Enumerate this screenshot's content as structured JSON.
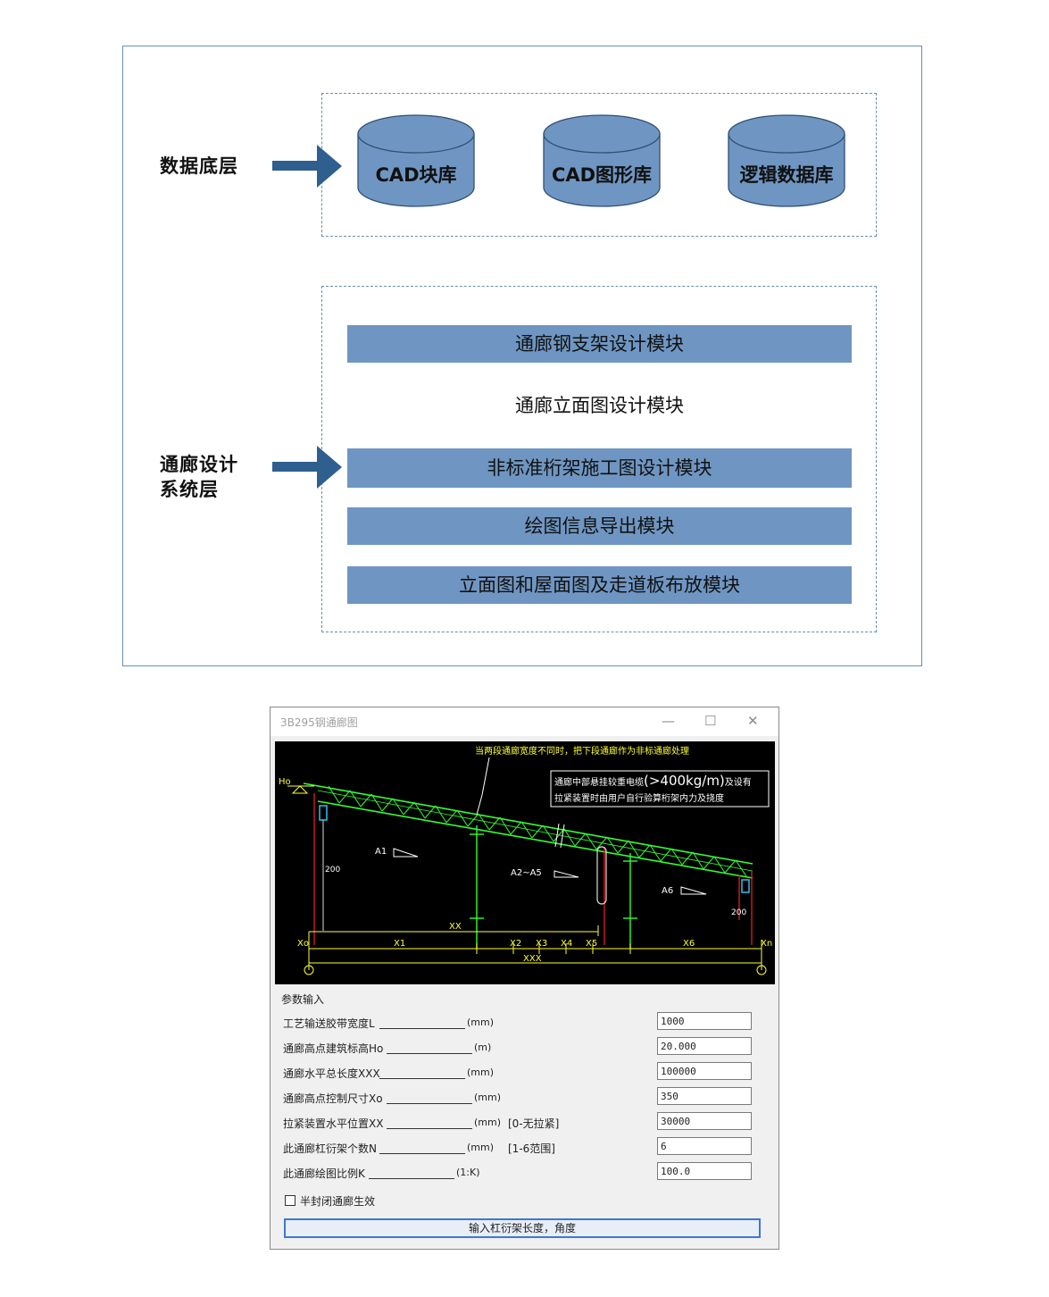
{
  "layers": {
    "data_layer": {
      "label": "数据底层"
    },
    "system_layer": {
      "label_line1": "通廊设计",
      "label_line2": "系统层"
    }
  },
  "databases": [
    "CAD块库",
    "CAD图形库",
    "逻辑数据库"
  ],
  "modules": [
    {
      "label": "通廊钢支架设计模块",
      "filled": true
    },
    {
      "label": "通廊立面图设计模块",
      "filled": false
    },
    {
      "label": "非标准桁架施工图设计模块",
      "filled": true
    },
    {
      "label": "绘图信息导出模块",
      "filled": true
    },
    {
      "label": "立面图和屋面图及走道板布放模块",
      "filled": true
    }
  ],
  "colors": {
    "frame": "#6a8fb1",
    "module_fill": "#6f96c2",
    "cylinder_fill": "#6f96c2",
    "arrow": "#2e5f8e",
    "truss": "#33ff33",
    "note_text": "#ffff33"
  },
  "window": {
    "title": "3B295钢通廊图",
    "minimize": "—",
    "maximize": "☐",
    "close": "✕",
    "cad": {
      "note_top": "当两段通廊宽度不同时，把下段通廊作为非标通廊处理",
      "note_box_line1a": "通廊中部悬挂较重电缆",
      "note_box_line1b": "(>400kg/m)",
      "note_box_line1c": "及设有",
      "note_box_line2": "拉紧装置时由用户自行验算桁架内力及挠度",
      "ho": "Ho",
      "a1": "A1",
      "a2a5": "A2~A5",
      "a6": "A6",
      "dim200_left": "200",
      "dim200_right": "200",
      "xx": "XX",
      "xo": "Xo",
      "xn": "Xn",
      "x1": "X1",
      "x2": "X2",
      "x3": "X3",
      "x4": "X4",
      "x5": "X5",
      "x6": "X6",
      "xxx": "XXX"
    },
    "group_label": "参数输入",
    "params": [
      {
        "label": "工艺输送胶带宽度L",
        "unit": "(mm)",
        "note": "",
        "value": "1000"
      },
      {
        "label": "通廊高点建筑标高Ho",
        "unit": "(m)",
        "note": "",
        "value": "20.000"
      },
      {
        "label": "通廊水平总长度XXX",
        "unit": "(mm)",
        "note": "",
        "value": "100000"
      },
      {
        "label": "通廊高点控制尺寸Xo",
        "unit": "(mm)",
        "note": "",
        "value": "350"
      },
      {
        "label": "拉紧装置水平位置XX",
        "unit": "(mm)",
        "note": "[0-无拉紧]",
        "value": "30000"
      },
      {
        "label": "此通廊杠衍架个数N",
        "unit": "(mm)",
        "note": "[1-6范围]",
        "value": "6"
      },
      {
        "label": "此通廊绘图比例K",
        "unit": "(1:K)",
        "note": "",
        "value": "100.0"
      }
    ],
    "checkbox_label": "半封闭通廊生效",
    "button_label": "输入杠衍架长度，角度"
  }
}
